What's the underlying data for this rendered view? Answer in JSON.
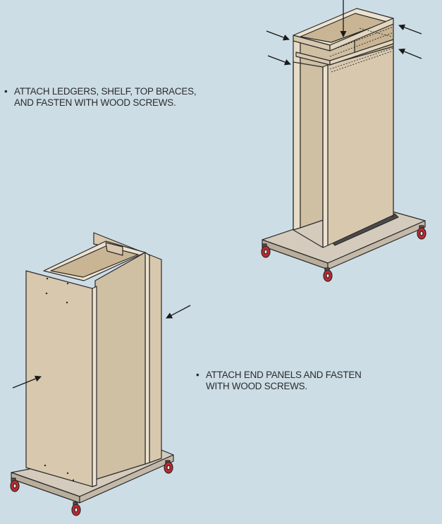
{
  "steps": [
    {
      "bullet": "•",
      "lines": [
        "ATTACH LEDGERS, SHELF, TOP BRACES,",
        "AND FASTEN WITH WOOD SCREWS."
      ]
    },
    {
      "bullet": "•",
      "lines": [
        "ATTACH END PANELS AND FASTEN",
        "WITH WOOD SCREWS."
      ]
    }
  ],
  "colors": {
    "background": "#cddde6",
    "panel": "#d8c8ae",
    "panel_dark": "#c6b08e",
    "edge": "#ece2d0",
    "outline": "#2a2a2a",
    "base": "#d4cbbd",
    "rail": "#4a4a4a",
    "wheel": "#c4262e"
  },
  "icons": {
    "arrow": "arrow-icon",
    "caster": "caster-wheel-icon"
  }
}
